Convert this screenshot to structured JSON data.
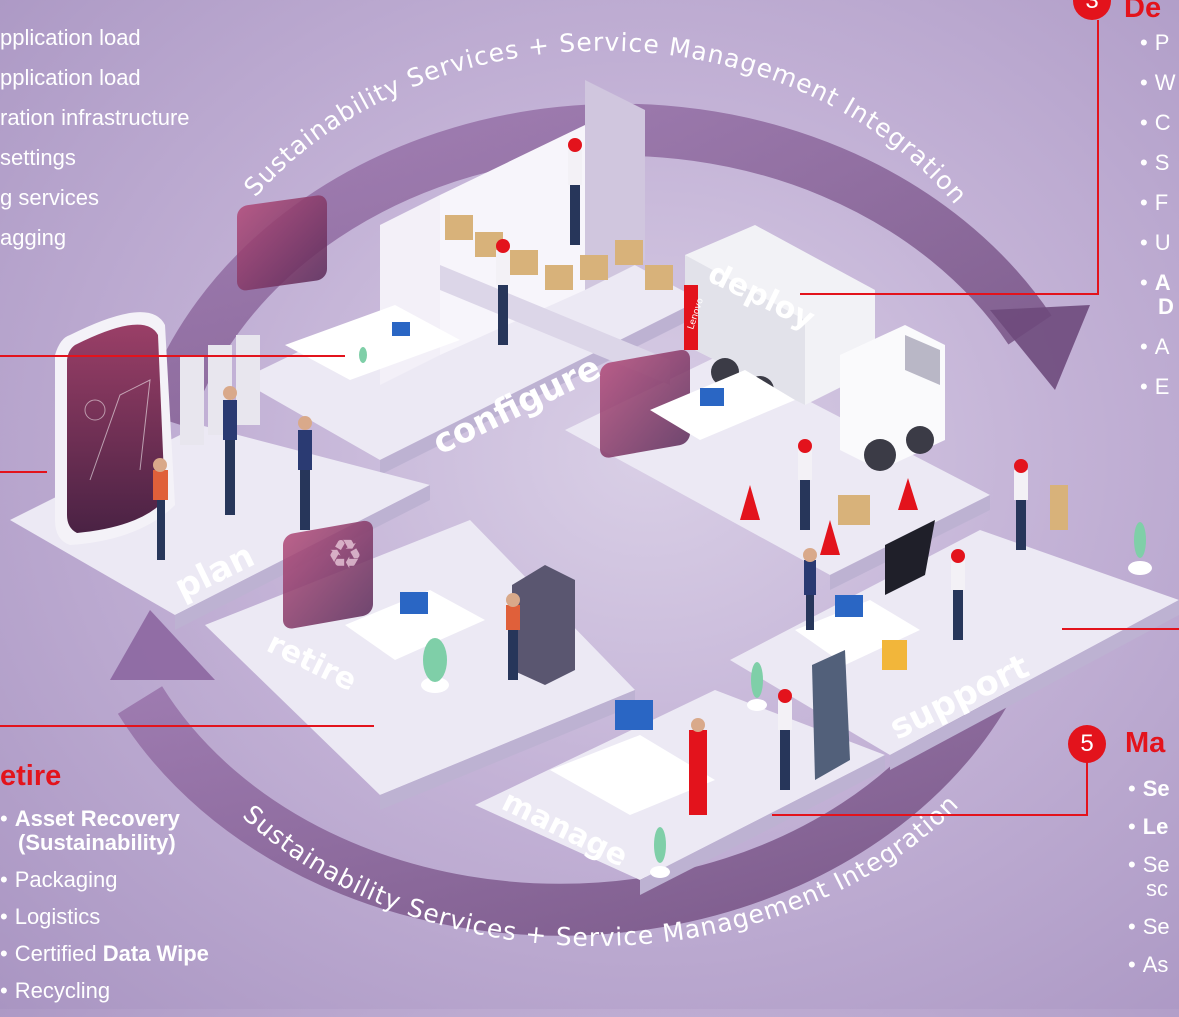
{
  "top_left_list": [
    "pplication load",
    "pplication load",
    "ration infrastructure",
    "settings",
    "g services",
    "agging"
  ],
  "deploy": {
    "number": "3",
    "heading": "De",
    "items": [
      {
        "text": "P",
        "bold": false
      },
      {
        "text": "W",
        "bold": false
      },
      {
        "text": "C",
        "bold": false
      },
      {
        "text": "S",
        "bold": false
      },
      {
        "text": "F",
        "bold": false
      },
      {
        "text": "U",
        "bold": false
      },
      {
        "text": "A",
        "bold": true,
        "cont": "D"
      },
      {
        "text": "A",
        "bold": false
      },
      {
        "text": "E",
        "bold": false
      }
    ]
  },
  "retire": {
    "heading": "etire",
    "items": [
      {
        "text": "Asset Recovery",
        "bold": true,
        "cont": "(Sustainability)"
      },
      {
        "text": "Packaging",
        "bold": false
      },
      {
        "text": "Logistics",
        "bold": false
      },
      {
        "text": "Certified ",
        "bold_suffix": "Data Wipe"
      },
      {
        "text": "Recycling",
        "bold": false
      }
    ]
  },
  "manage": {
    "number": "5",
    "heading": "Ma",
    "items": [
      {
        "text": "Se",
        "bold": true
      },
      {
        "text": "Le",
        "bold": true
      },
      {
        "text": "Se",
        "bold": false,
        "cont": "sc"
      },
      {
        "text": "Se",
        "bold": false
      },
      {
        "text": "As",
        "bold": false
      }
    ]
  },
  "cycle": {
    "top_arc": "Sustainability Services + Service Management Integration",
    "bottom_arc": "Sustainability Services + Service Management Integration"
  },
  "stages": {
    "plan": "plan",
    "configure": "configure",
    "deploy": "deploy",
    "support": "support",
    "manage": "manage",
    "retire": "retire"
  },
  "truck_brand": "Lenovo",
  "colors": {
    "accent_red": "#e3131c",
    "arc": "#7a5488",
    "floor": "#e6e2f0",
    "text_white": "#ffffff"
  }
}
